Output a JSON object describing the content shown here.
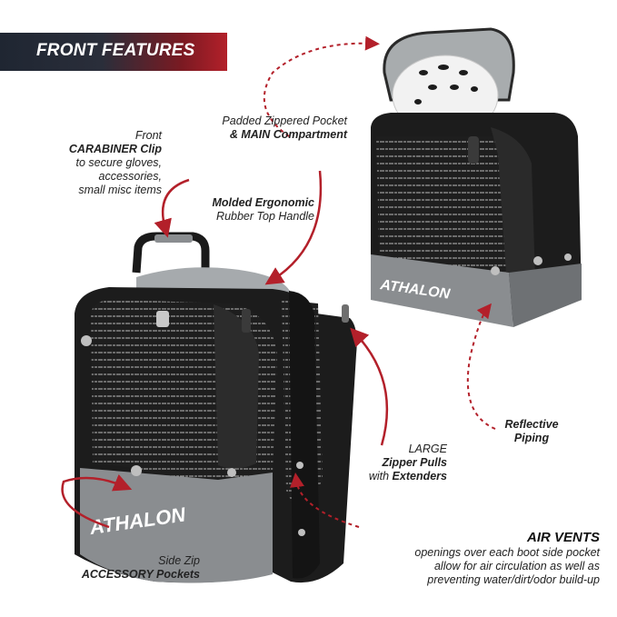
{
  "banner": {
    "title": "FRONT FEATURES"
  },
  "labels": {
    "carabiner": {
      "line1": "Front",
      "line2": "CARABINER Clip",
      "line3": "to secure gloves,",
      "line4": "accessories,",
      "line5": "small misc items"
    },
    "handle": {
      "line1": "Molded Ergonomic",
      "line2": "Rubber Top Handle"
    },
    "pocket": {
      "line1": "Padded Zippered Pocket",
      "line2": "& MAIN Compartment"
    },
    "piping": {
      "line1": "Reflective",
      "line2": "Piping"
    },
    "zippers": {
      "line1": "LARGE",
      "line2": "Zipper Pulls",
      "line3": "with Extenders"
    },
    "side": {
      "line1": "Side Zip",
      "line2": "ACCESSORY Pockets"
    },
    "vents": {
      "title": "AIR VENTS",
      "line1": "openings over each boot side pocket",
      "line2": "allow for air circulation as well as",
      "line3": "preventing water/dirt/odor build-up"
    }
  },
  "brand": {
    "name": "ATHALON"
  },
  "colors": {
    "accent": "#b3202a",
    "banner_dark": "#1f2632",
    "bag_black": "#1c1c1c",
    "bag_gray": "#8a8d90"
  }
}
